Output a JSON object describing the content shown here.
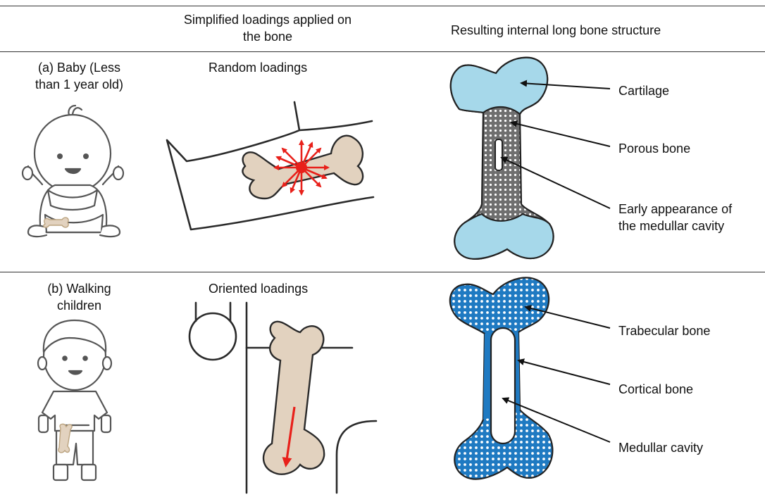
{
  "header": {
    "col2": [
      "Simplified loadings applied on",
      "the bone"
    ],
    "col3": "Resulting  internal long bone structure"
  },
  "rows": [
    {
      "subject": [
        "(a) Baby (Less",
        "than 1 year old)"
      ],
      "loading": "Random loadings",
      "labels": [
        "Cartilage",
        "Porous bone",
        "Early appearance of",
        "the medullar cavity"
      ]
    },
    {
      "subject": [
        "(b) Walking",
        "children"
      ],
      "loading": "Oriented loadings",
      "labels": [
        "Trabecular bone",
        "Cortical bone",
        "Medullar  cavity"
      ]
    }
  ],
  "colors": {
    "cartilage": "#a6d8ea",
    "porous": "#6f6f6f",
    "cortical": "#1f7ac2",
    "bone_sketch": "#e2d2bf",
    "arrow": "#e8201a",
    "outline": "#222222"
  }
}
